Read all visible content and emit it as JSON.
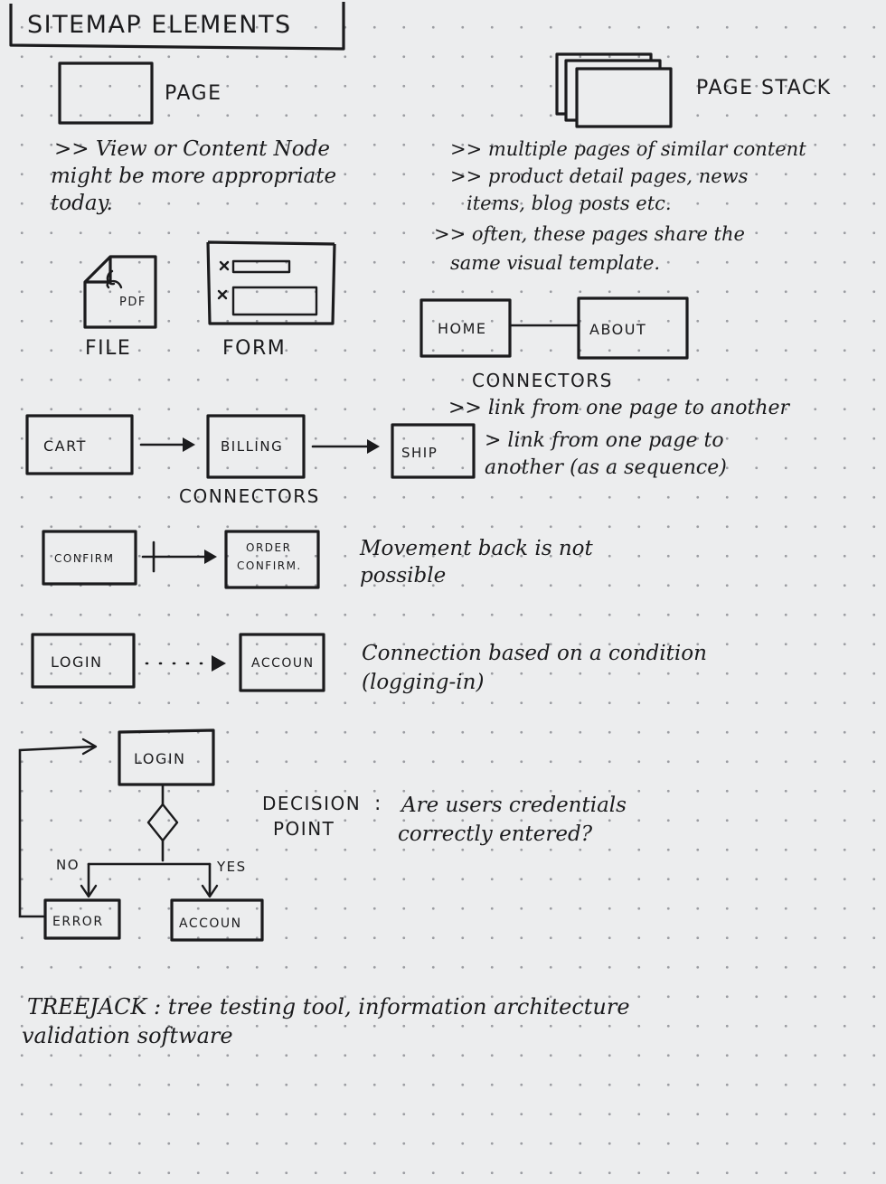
{
  "title": "SITEMAP ELEMENTS",
  "page": {
    "label": "PAGE",
    "note": [
      ">> View or Content Node",
      "might be more appropriate",
      "today."
    ]
  },
  "page_stack": {
    "label": "PAGE STACK",
    "note": [
      ">> multiple pages of similar content",
      ">> product detail pages, news",
      "items, blog posts etc.",
      ">> often, these pages share the",
      "same visual template."
    ]
  },
  "file": {
    "label": "FILE",
    "badge": "PDF"
  },
  "form": {
    "label": "FORM"
  },
  "link_example": {
    "left": "HOME",
    "right": "ABOUT",
    "caption": "CONNECTORS",
    "note": ">> link from one page to another"
  },
  "sequence_example": {
    "boxes": [
      "CART",
      "BILLING",
      "SHIP"
    ],
    "caption": "CONNECTORS",
    "note": [
      "> link from one page to",
      "another (as a sequence)"
    ]
  },
  "no_back_example": {
    "left": "CONFIRM",
    "right": [
      "ORDER",
      "CONFIRM."
    ],
    "note": [
      "Movement back is not",
      "possible"
    ]
  },
  "condition_example": {
    "left": "LOGIN",
    "right": "ACCOUN",
    "note": [
      "Connection based on a condition",
      "(logging-in)"
    ]
  },
  "decision_example": {
    "top": "LOGIN",
    "no_label": "NO",
    "yes_label": "YES",
    "error": "ERROR",
    "account": "ACCOUN",
    "term": [
      "DECISION",
      "POINT"
    ],
    "colon": ":",
    "note": [
      "Are users credentials",
      "correctly entered?"
    ]
  },
  "footer": {
    "note": [
      "TREEJACK : tree testing tool, information architecture",
      "validation software"
    ]
  }
}
